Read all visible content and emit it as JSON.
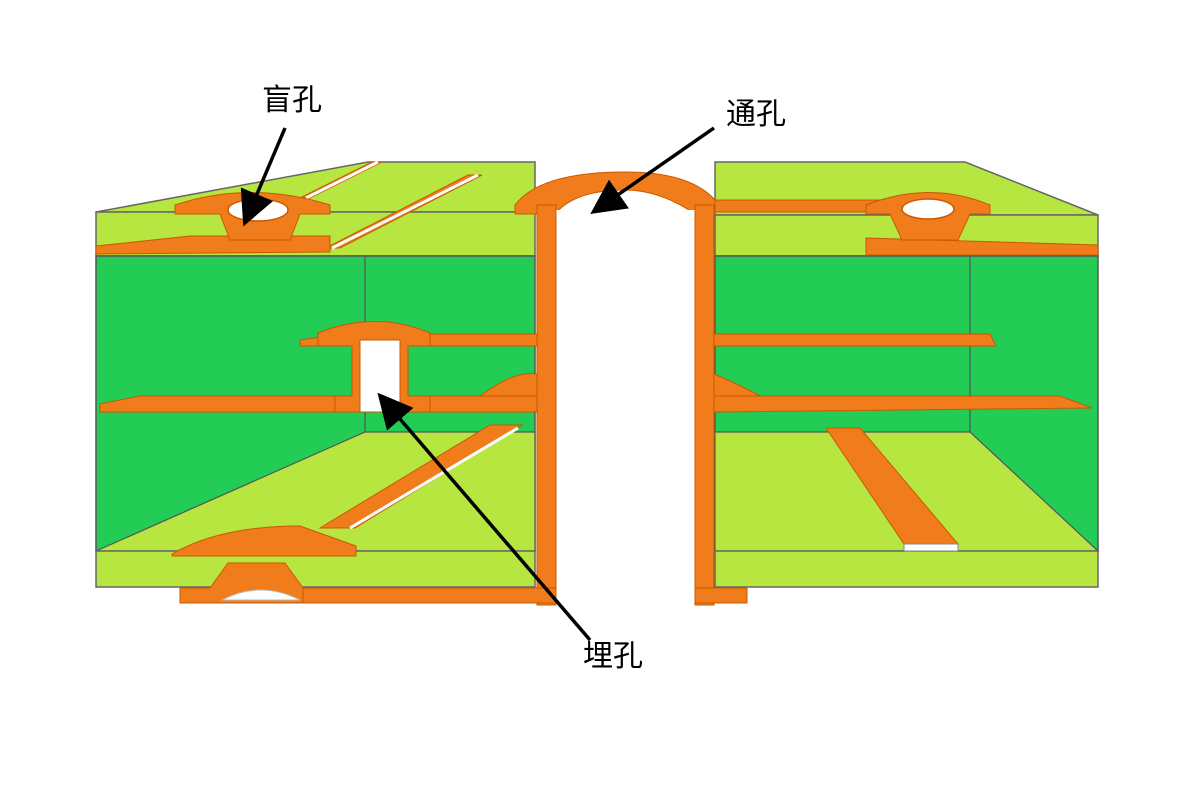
{
  "labels": {
    "blind_via": "盲孔",
    "through_hole": "通孔",
    "buried_via": "埋孔"
  },
  "colors": {
    "light_green": "#b7e640",
    "dark_green": "#22cc55",
    "copper": "#f07c1c",
    "hole": "#ffffff",
    "outline": "#555555",
    "arrow": "#000000"
  }
}
